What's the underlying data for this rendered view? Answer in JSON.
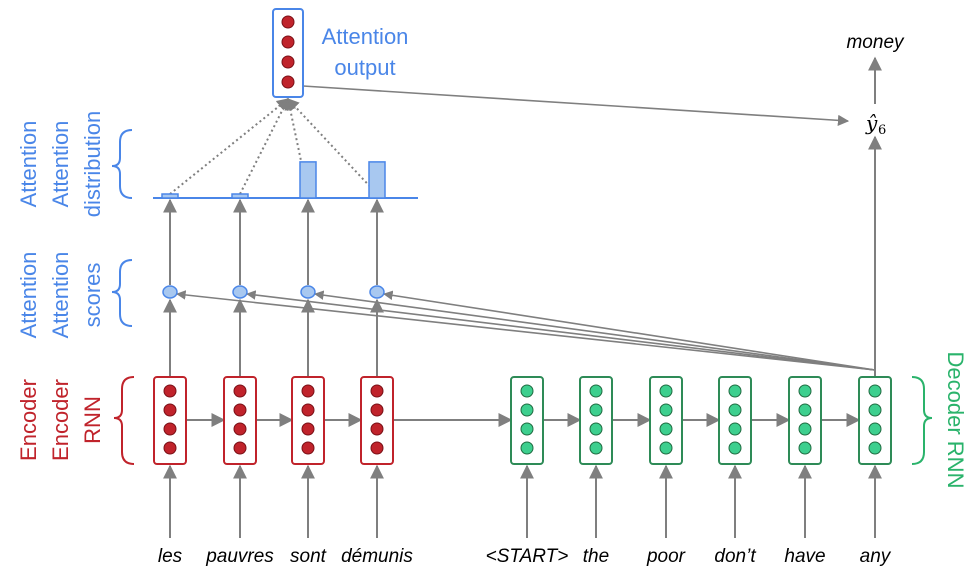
{
  "labels": {
    "attention_output_line1": "Attention",
    "attention_output_line2": "output",
    "attention_distribution_line1": "Attention",
    "attention_distribution_line2": "distribution",
    "attention_scores_line1": "Attention",
    "attention_scores_line2": "scores",
    "encoder_line1": "Encoder",
    "encoder_line2": "RNN",
    "decoder": "Decoder RNN",
    "output_word": "money",
    "y_hat": "ŷ",
    "y_sub": "6"
  },
  "source_words": [
    "les",
    "pauvres",
    "sont",
    "démunis"
  ],
  "target_words": [
    "<START>",
    "the",
    "poor",
    "don’t",
    "have",
    "any"
  ],
  "attention_distribution": [
    0.08,
    0.08,
    0.95,
    0.95
  ],
  "colors": {
    "encoder": "#c0232b",
    "encoder_fill": "#c0232b",
    "decoder": "#2e8b57",
    "decoder_fill": "#3dcf8e",
    "attention": "#4a86e8",
    "attention_fill": "#a8c8f0",
    "arrow": "#7f7f7f"
  }
}
